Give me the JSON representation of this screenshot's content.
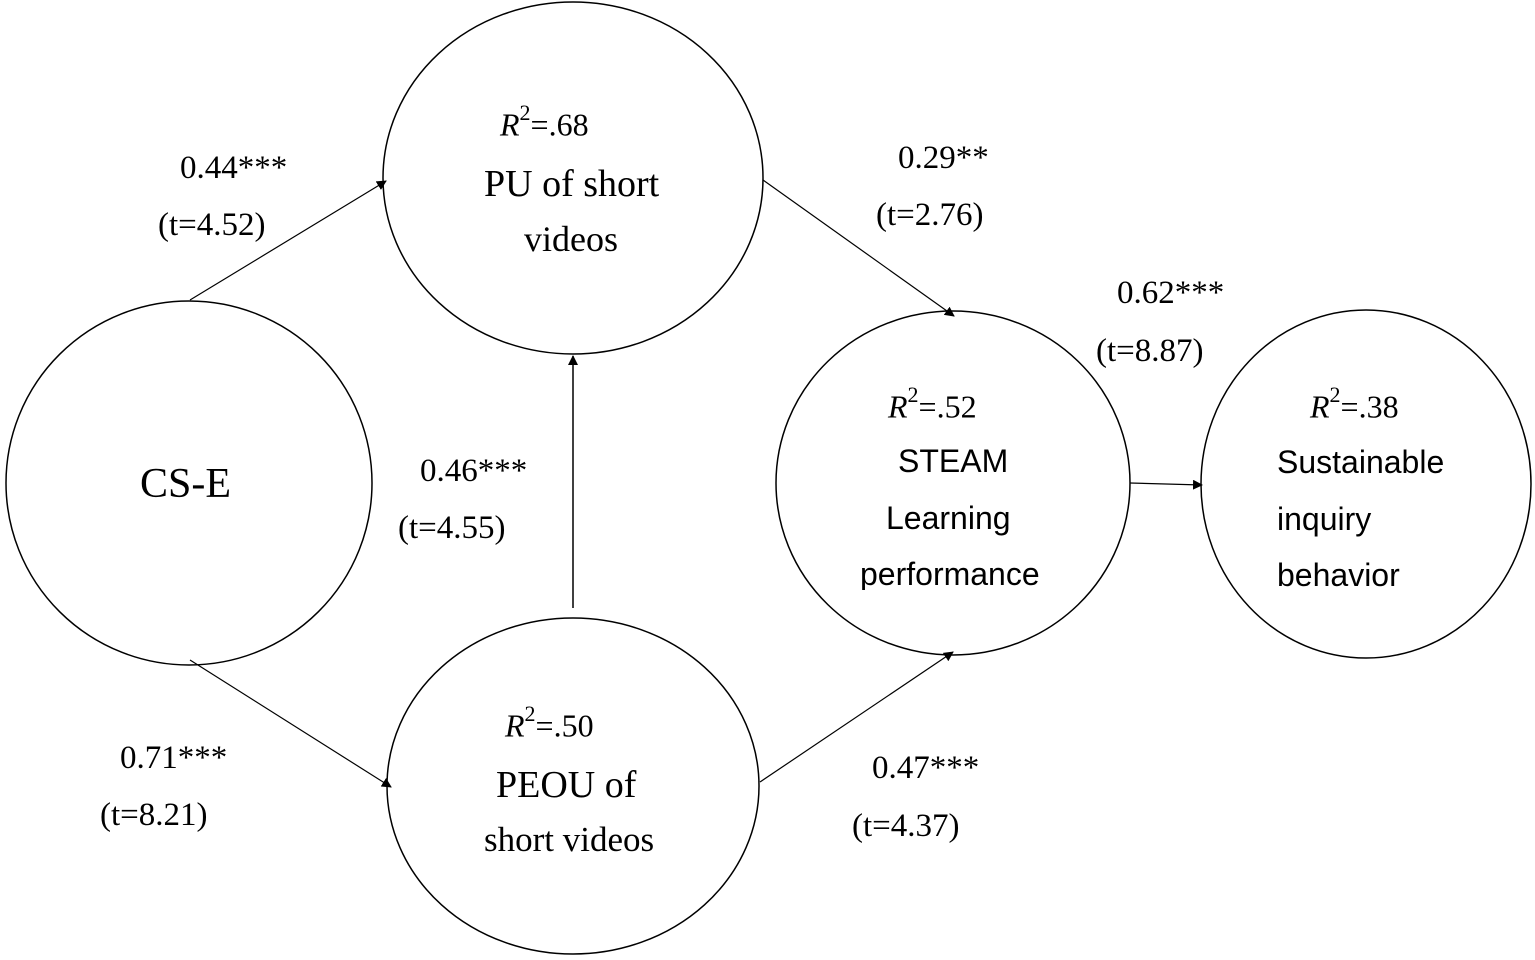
{
  "nodes": {
    "cse": {
      "label": "CS-E"
    },
    "pu": {
      "r2_symbol": "R",
      "r2_exp": "2",
      "r2_value": "=.68",
      "line1": "PU of short",
      "line2": "videos"
    },
    "peou": {
      "r2_symbol": "R",
      "r2_exp": "2",
      "r2_value": "=.50",
      "line1": "PEOU of",
      "line2": "short videos"
    },
    "steam": {
      "r2_symbol": "R",
      "r2_exp": "2",
      "r2_value": "=.52",
      "line1": "STEAM",
      "line2": "Learning",
      "line3": "performance"
    },
    "sib": {
      "r2_symbol": "R",
      "r2_exp": "2",
      "r2_value": "=.38",
      "line1": "Sustainable",
      "line2": "inquiry",
      "line3": "behavior"
    }
  },
  "paths": {
    "cse_pu": {
      "coef": "0.44***",
      "t": "(t=4.52)"
    },
    "cse_peou": {
      "coef": "0.71***",
      "t": "(t=8.21)"
    },
    "peou_pu": {
      "coef": "0.46***",
      "t": "(t=4.55)"
    },
    "pu_steam": {
      "coef": "0.29**",
      "t": "(t=2.76)"
    },
    "peou_steam": {
      "coef": "0.47***",
      "t": "(t=4.37)"
    },
    "steam_sib": {
      "coef": "0.62***",
      "t": "(t=8.87)"
    }
  }
}
